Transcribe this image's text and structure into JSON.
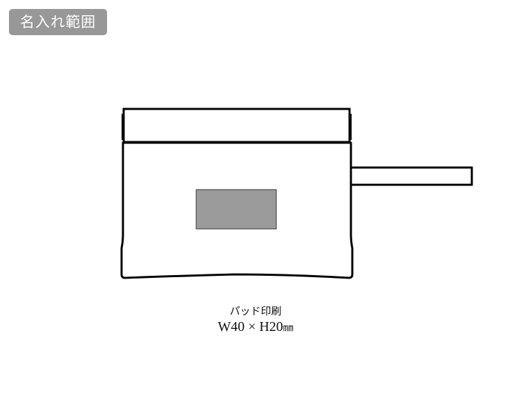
{
  "badge": {
    "label": "名入れ範囲"
  },
  "print_area": {
    "method": "パッド印刷",
    "size_prefix": "W40 × H20",
    "unit": "㎜",
    "fill_color": "#9a9b9a"
  },
  "colors": {
    "outline": "#000000",
    "badge_bg": "#989898"
  }
}
